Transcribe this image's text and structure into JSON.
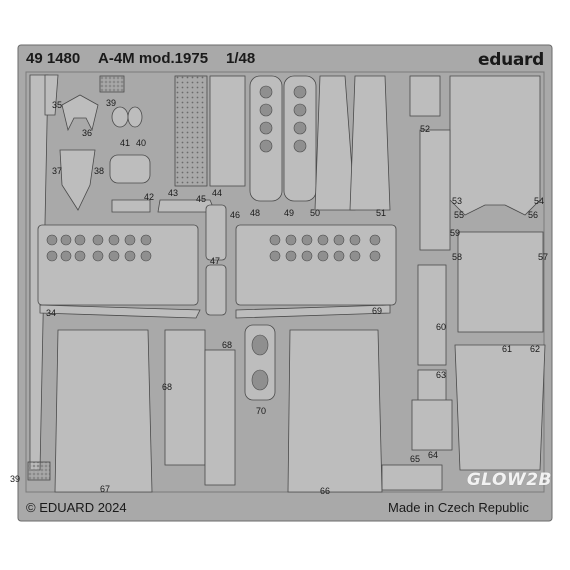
{
  "header": {
    "code": "49 1480",
    "title": "A-4M mod.1975",
    "scale": "1/48",
    "brand": "eduard"
  },
  "footer": {
    "copyright": "© EDUARD 2024",
    "origin": "Made in Czech Republic"
  },
  "watermark": "GLOW2B",
  "colors": {
    "fret": "#a9a9a9",
    "part": "#bdbdbd",
    "outline": "#4a4a4a",
    "text": "#1a1a1a"
  },
  "parts": [
    "35",
    "36",
    "37",
    "38",
    "39",
    "40",
    "41",
    "42",
    "43",
    "44",
    "45",
    "46",
    "47",
    "48",
    "49",
    "50",
    "51",
    "52",
    "53",
    "54",
    "55",
    "56",
    "57",
    "58",
    "59",
    "60",
    "61",
    "62",
    "63",
    "64",
    "65",
    "66",
    "67",
    "68",
    "69",
    "70",
    "34",
    "39",
    "68"
  ]
}
